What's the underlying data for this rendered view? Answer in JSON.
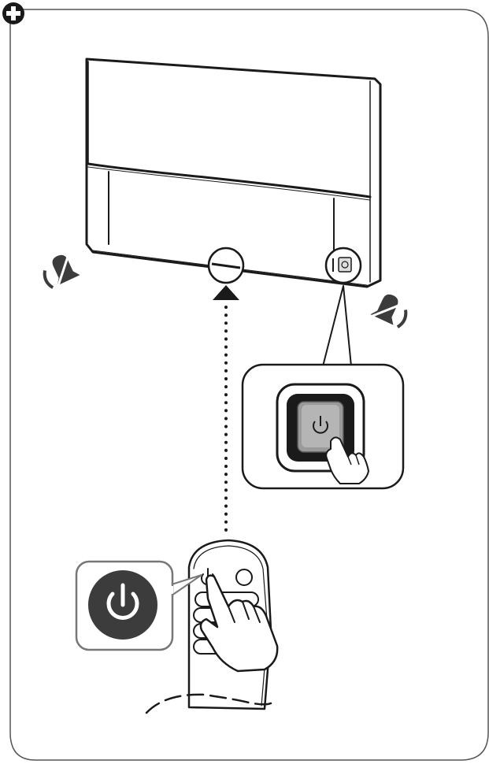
{
  "diagram": {
    "corner_icon": "plus-circle-icon",
    "tv": "tv-rear-view",
    "remote_sensor": "ir-sensor-icon",
    "joystick_button": "power-joystick-button",
    "mute_icons": [
      "mute-bell-icon",
      "mute-bell-icon"
    ],
    "zoom_callout": "finger-pressing-power-button",
    "remote": "remote-control-in-hand",
    "remote_callout": "power-button-icon",
    "signal_path": "dotted-ir-signal-arrow"
  },
  "colors": {
    "line": "#1a1a1a",
    "frame": "#555555",
    "icon_fill": "#3c3c3c",
    "button_gray": "#9a9a9a",
    "callout_gray": "#bdbdbd",
    "background": "#ffffff"
  }
}
